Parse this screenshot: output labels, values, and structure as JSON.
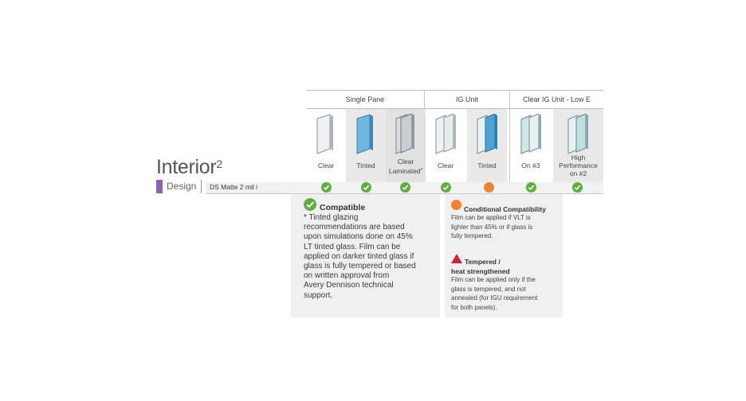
{
  "title": "Interior",
  "title_sup": "2",
  "row_category": "Design",
  "product": "DS Matte 2 mil i",
  "groups": [
    {
      "label": "Single Pane"
    },
    {
      "label": "IG Unit"
    },
    {
      "label": "Clear IG Unit - Low E"
    }
  ],
  "columns": [
    {
      "line1": "Clear",
      "line2": "",
      "line3": ""
    },
    {
      "line1": "Tinted",
      "line2": "",
      "line3": ""
    },
    {
      "line1": "Clear",
      "line2": "Laminated",
      "sup": "3",
      "line3": ""
    },
    {
      "line1": "Clear",
      "line2": "",
      "line3": ""
    },
    {
      "line1": "Tinted",
      "line2": "",
      "line3": ""
    },
    {
      "line1": "On #3",
      "line2": "",
      "line3": ""
    },
    {
      "line1": "High",
      "line2": "Performance",
      "line3": "on #2"
    }
  ],
  "status": [
    "compatible",
    "compatible",
    "compatible",
    "compatible",
    "conditional",
    "compatible",
    "compatible"
  ],
  "colors": {
    "compatible": "#5cb13a",
    "conditional": "#f0832a",
    "tempered": "#d6202b",
    "accent": "#8e63b0"
  },
  "legend": {
    "compatible_title": "Compatible",
    "compatible_text": [
      "* Tinted glazing",
      "recommendations are based",
      "upon simulations done on 45%",
      "LT tinted glass. Film can be",
      "applied on darker tinted glass if",
      "glass is fully tempered or based",
      "on written approval from",
      "Avery Dennison technical",
      "support."
    ],
    "conditional_title": "Conditional Compatibility",
    "conditional_text": [
      "Film can be applied if VLT is",
      "lighter than 45% or if glass is",
      "fully tempered."
    ],
    "tempered_title_1": "Tempered /",
    "tempered_title_2": "heat strengthened",
    "tempered_text": [
      "Film can be applied only if the",
      "glass is tempered, and not",
      "annealed (for IGU requirement",
      "for both panels)."
    ]
  }
}
